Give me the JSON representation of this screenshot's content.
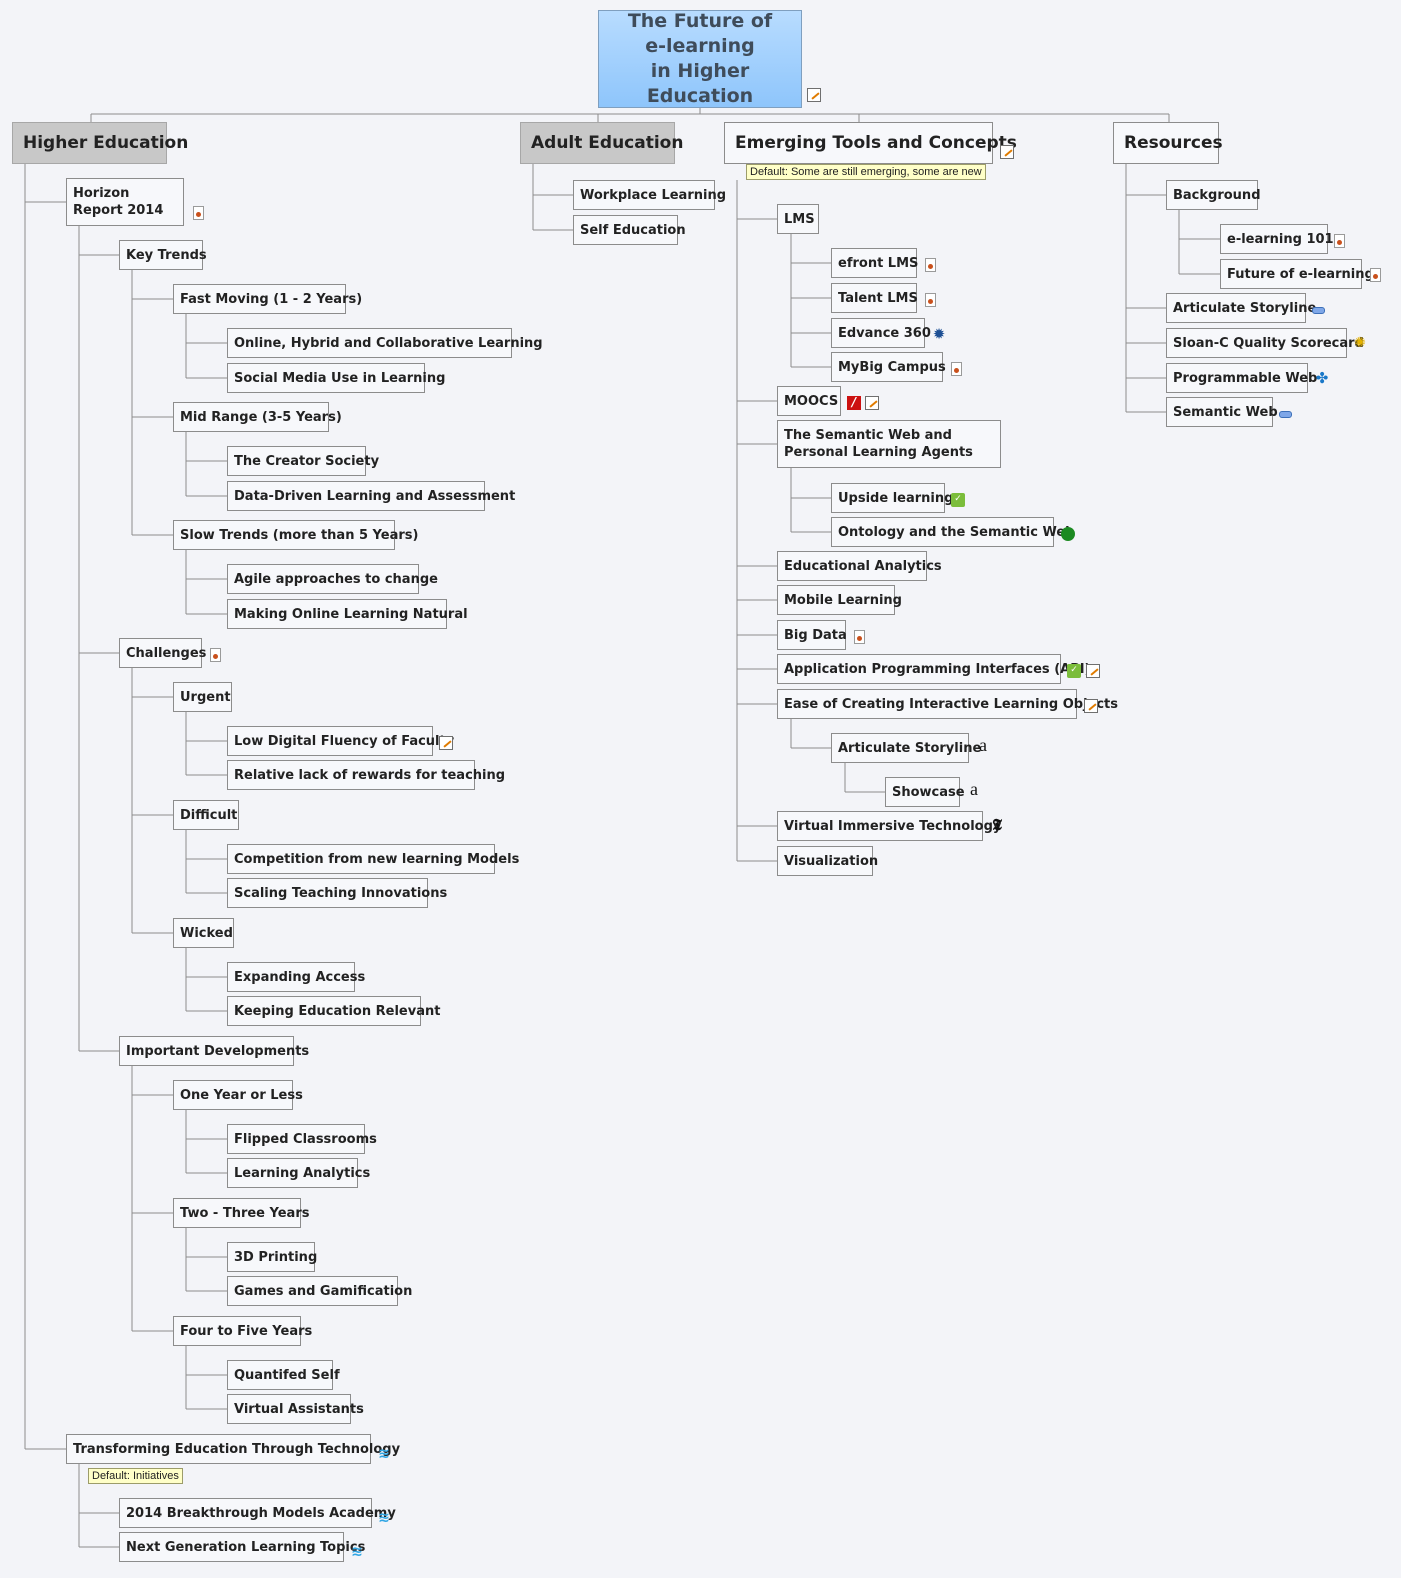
{
  "root": {
    "lines": [
      "The Future of",
      "e-learning",
      "in Higher Education"
    ]
  },
  "higher_education": {
    "title": "Higher Education",
    "horizon_report": {
      "title": "Horizon Report 2014",
      "key_trends": {
        "title": "Key Trends",
        "fast_moving": {
          "title": "Fast Moving (1 - 2 Years)",
          "items": [
            "Online, Hybrid and Collaborative Learning",
            "Social Media Use in Learning"
          ]
        },
        "mid_range": {
          "title": "Mid Range (3-5 Years)",
          "items": [
            "The Creator Society",
            "Data-Driven Learning and Assessment"
          ]
        },
        "slow_trends": {
          "title": "Slow Trends (more than 5 Years)",
          "items": [
            "Agile approaches to change",
            "Making Online Learning Natural"
          ]
        }
      },
      "challenges": {
        "title": "Challenges",
        "urgent": {
          "title": "Urgent",
          "items": [
            "Low Digital Fluency of Faculty",
            "Relative lack of rewards for teaching"
          ]
        },
        "difficult": {
          "title": "Difficult",
          "items": [
            "Competition from new learning Models",
            "Scaling Teaching Innovations"
          ]
        },
        "wicked": {
          "title": "Wicked",
          "items": [
            "Expanding Access",
            "Keeping Education Relevant"
          ]
        }
      },
      "important_developments": {
        "title": "Important Developments",
        "one_year": {
          "title": "One Year or Less",
          "items": [
            "Flipped Classrooms",
            "Learning Analytics"
          ]
        },
        "two_three": {
          "title": "Two - Three Years",
          "items": [
            "3D Printing",
            "Games and Gamification"
          ]
        },
        "four_five": {
          "title": "Four to Five Years",
          "items": [
            "Quantifed Self",
            "Virtual Assistants"
          ]
        }
      }
    },
    "transforming": {
      "title": "Transforming Education Through Technology",
      "label": "Default: Initiatives",
      "items": [
        "2014 Breakthrough Models Academy",
        "Next Generation Learning Topics"
      ]
    }
  },
  "adult_education": {
    "title": "Adult Education",
    "items": [
      "Workplace Learning",
      "Self Education"
    ]
  },
  "emerging": {
    "title": "Emerging Tools and Concepts",
    "label": "Default: Some are still emerging, some are new",
    "lms": {
      "title": "LMS",
      "items": [
        "efront LMS",
        "Talent LMS",
        "Edvance 360",
        "MyBig Campus"
      ]
    },
    "moocs": "MOOCS",
    "semantic": {
      "title": "The Semantic Web and Personal Learning Agents",
      "items": [
        "Upside learning",
        "Ontology and the Semantic Web"
      ]
    },
    "educational_analytics": "Educational Analytics",
    "mobile_learning": "Mobile Learning",
    "big_data": "Big Data",
    "api": "Application Programming Interfaces (API)",
    "ease": {
      "title": "Ease of Creating Interactive Learning Objects",
      "articulate": "Articulate Storyline",
      "showcase": "Showcase"
    },
    "virtual": "Virtual Immersive Technology",
    "visualization": "Visualization"
  },
  "resources": {
    "title": "Resources",
    "background": {
      "title": "Background",
      "items": [
        "e-learning 101",
        "Future of e-learning"
      ]
    },
    "items": [
      "Articulate Storyline",
      "Sloan-C Quality Scorecard",
      "Programmable Web",
      "Semantic Web"
    ]
  },
  "icons": {
    "a_glyph": "a",
    "nyt_glyph": "𝕿",
    "pdf_glyph": "/"
  },
  "colors": {
    "root_fill": "#8ec5fb",
    "connector": "#8c8c8c",
    "label_fill": "#ffffc8"
  }
}
